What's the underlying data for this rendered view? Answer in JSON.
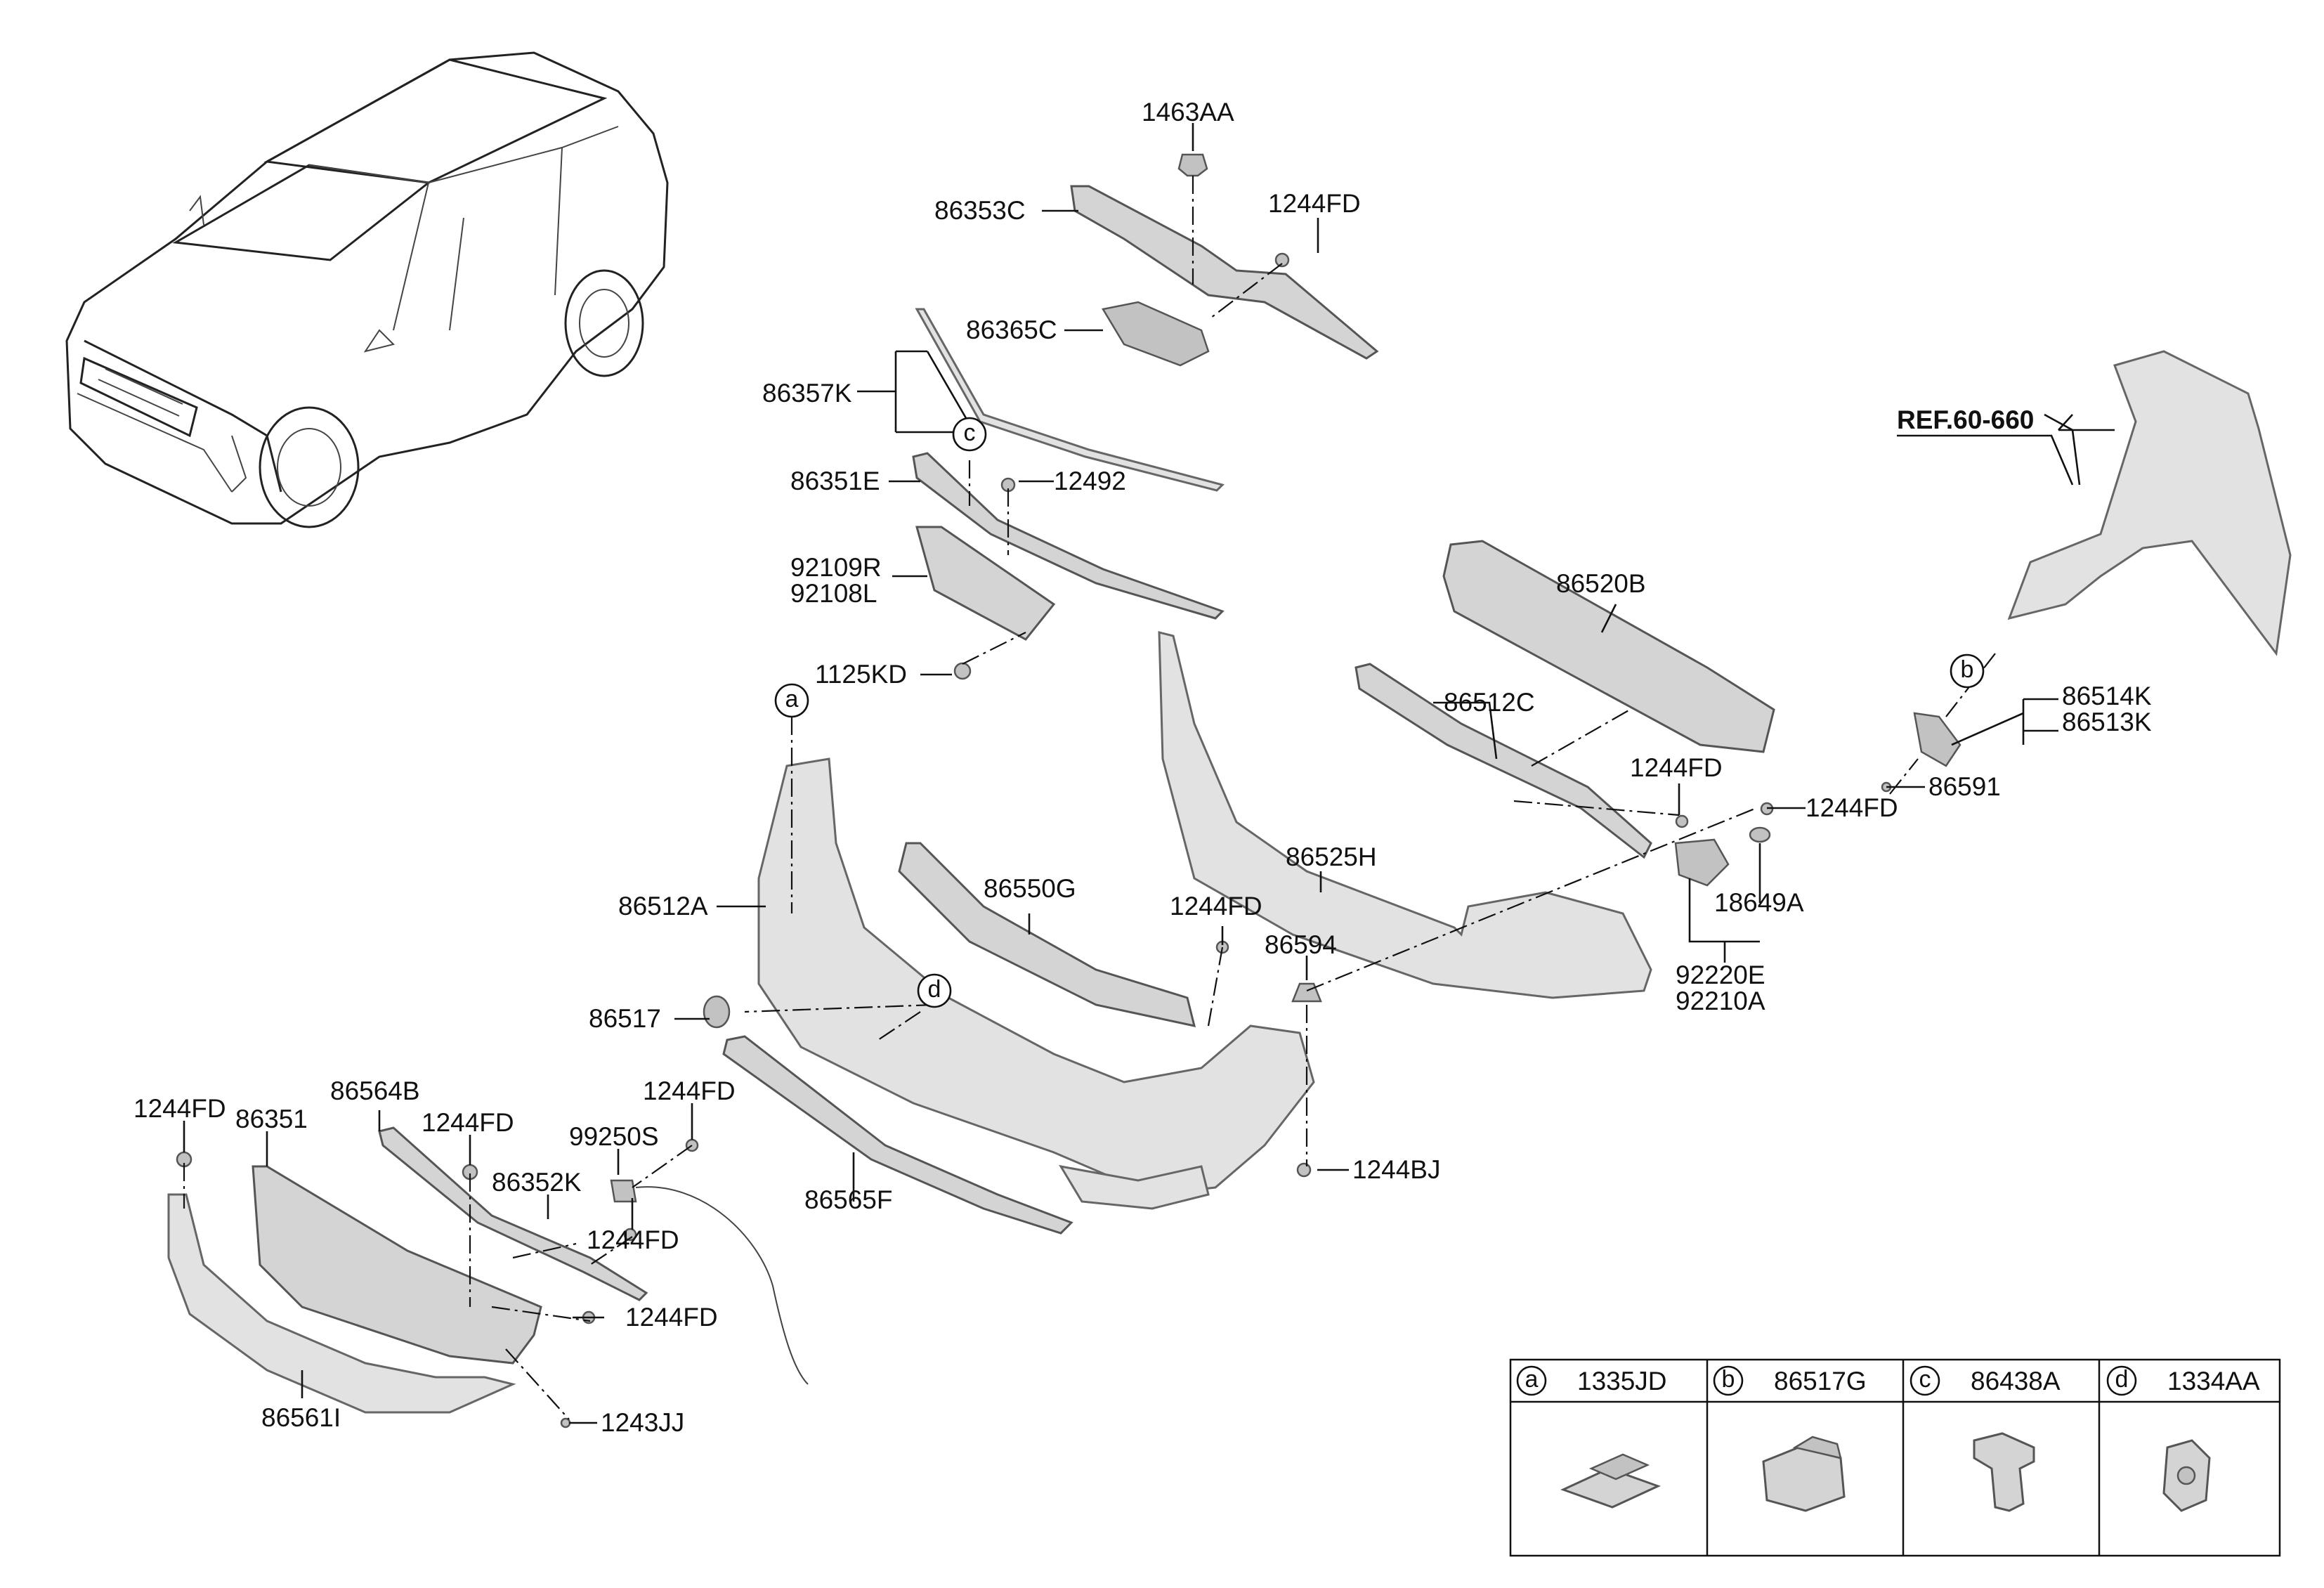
{
  "ref_label": "REF.60-660",
  "callouts": {
    "c1463AA": "1463AA",
    "c86353C": "86353C",
    "c1244FD_top": "1244FD",
    "c86365C": "86365C",
    "c86357K": "86357K",
    "c86351E": "86351E",
    "c12492": "12492",
    "c92109R": "92109R",
    "c92108L": "92108L",
    "c1125KD": "1125KD",
    "c86520B": "86520B",
    "c86512C": "86512C",
    "c1244FD_mid": "1244FD",
    "c1244FD_right": "1244FD",
    "c86514K": "86514K",
    "c86513K": "86513K",
    "c86591": "86591",
    "c86525H": "86525H",
    "c18649A": "18649A",
    "c92220E": "92220E",
    "c92210A": "92210A",
    "c86512A": "86512A",
    "c86550G": "86550G",
    "c1244FD_center": "1244FD",
    "c86594": "86594",
    "c86517": "86517",
    "c1244BJ": "1244BJ",
    "c86565F": "86565F",
    "c1244FD_far_left": "1244FD",
    "c86351": "86351",
    "c86564B": "86564B",
    "c1244FD_grille": "1244FD",
    "c99250S": "99250S",
    "c1244FD_sensor": "1244FD",
    "c86352K": "86352K",
    "c1244FD_lower": "1244FD",
    "c1244FD_bottom": "1244FD",
    "c86561I": "86561I",
    "c1243JJ": "1243JJ"
  },
  "circle_markers": {
    "a": "a",
    "b": "b",
    "c": "c",
    "d": "d"
  },
  "legend_table": {
    "cells": [
      {
        "key": "a",
        "part": "1335JD"
      },
      {
        "key": "b",
        "part": "86517G"
      },
      {
        "key": "c",
        "part": "86438A"
      },
      {
        "key": "d",
        "part": "1334AA"
      }
    ]
  }
}
